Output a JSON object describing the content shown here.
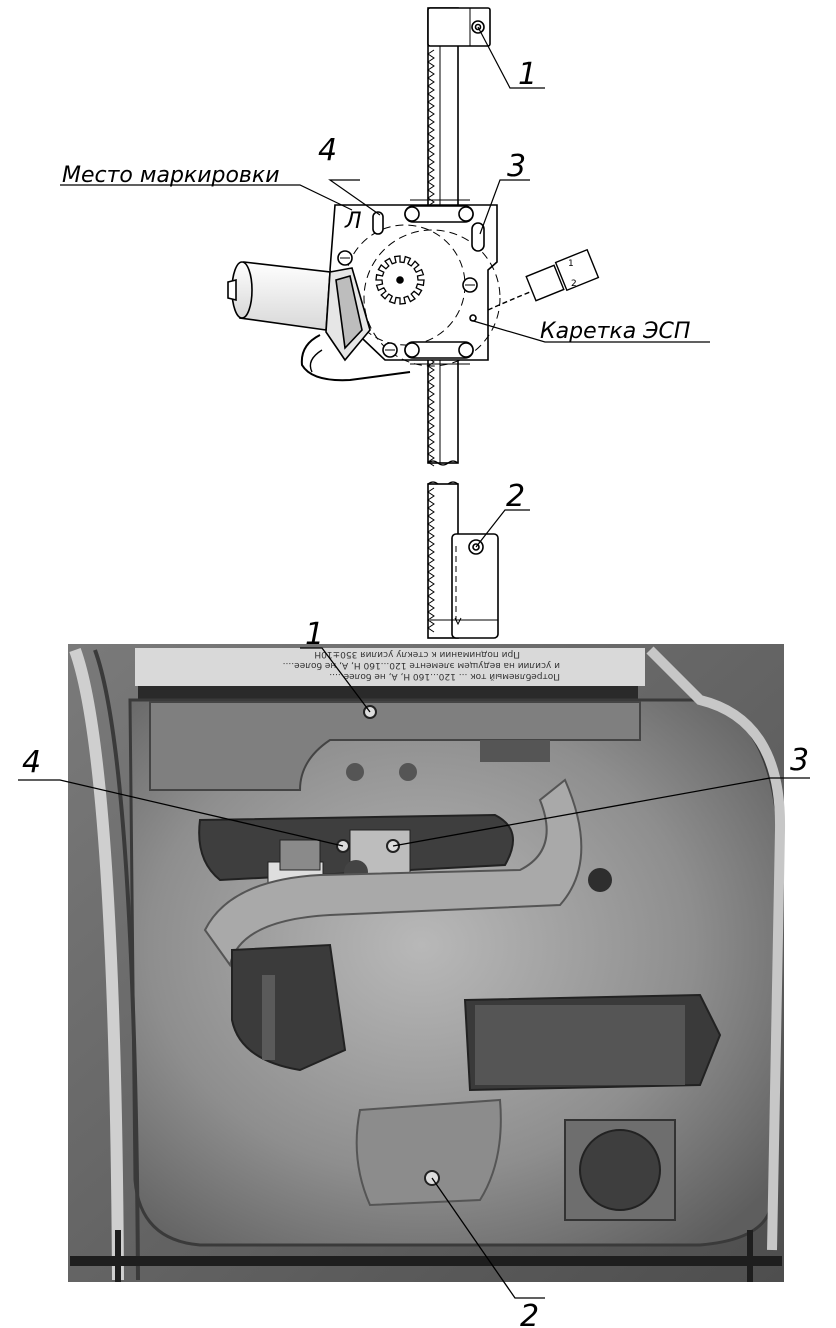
{
  "drawing": {
    "marks": {
      "one": "1",
      "two": "2",
      "three": "3",
      "four": "4",
      "side_mark": "Л"
    },
    "captions": {
      "marking_place": "Место маркировки",
      "carriage": "Каретка ЭСП"
    },
    "connector_pins": [
      "1",
      "2"
    ]
  },
  "photo": {
    "marks": {
      "one": "1",
      "two": "2",
      "three": "3",
      "four": "4"
    },
    "label_lines": [
      "Потребляемый ток ... 120...160 Н, А, не более.....",
      "и усилии на ведущем элементе 120...160 Н, А, не более....",
      "При поднимании к стеклу усилия 350±10Н"
    ],
    "colors": {
      "panel_light": "#9d9d9d",
      "panel_dark": "#4a4a4a",
      "background": "#6d6d6d"
    }
  }
}
